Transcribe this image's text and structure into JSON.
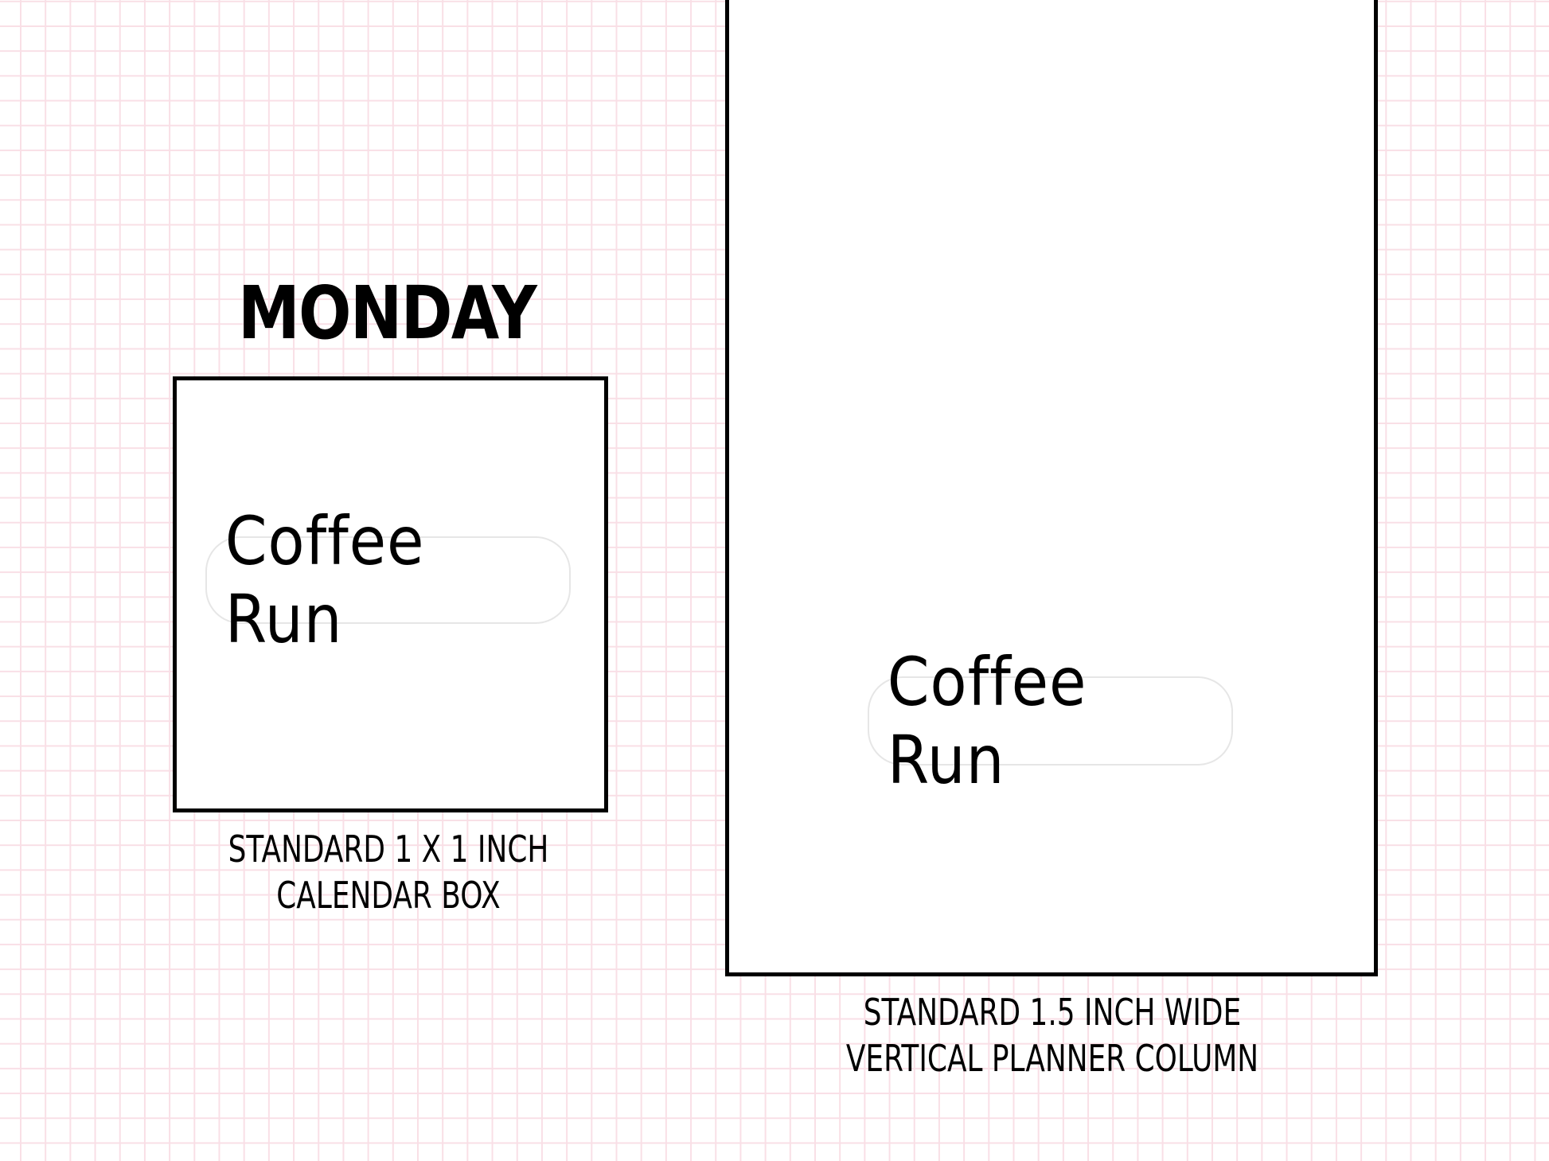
{
  "day_heading": "MONDAY",
  "sticker_text": "Coffee Run",
  "calendar_box": {
    "label_line1": "STANDARD 1 X 1 INCH",
    "label_line2": "CALENDAR BOX"
  },
  "planner_column": {
    "label_line1": "STANDARD 1.5 INCH WIDE",
    "label_line2": "VERTICAL PLANNER COLUMN"
  }
}
